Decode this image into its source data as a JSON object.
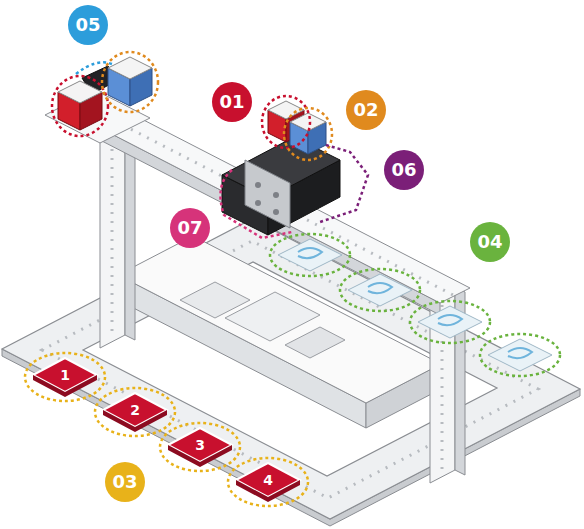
{
  "diagram": {
    "labels": [
      "05",
      "01",
      "02",
      "06",
      "07",
      "04",
      "03",
      "1",
      "2",
      "3",
      "4"
    ]
  }
}
